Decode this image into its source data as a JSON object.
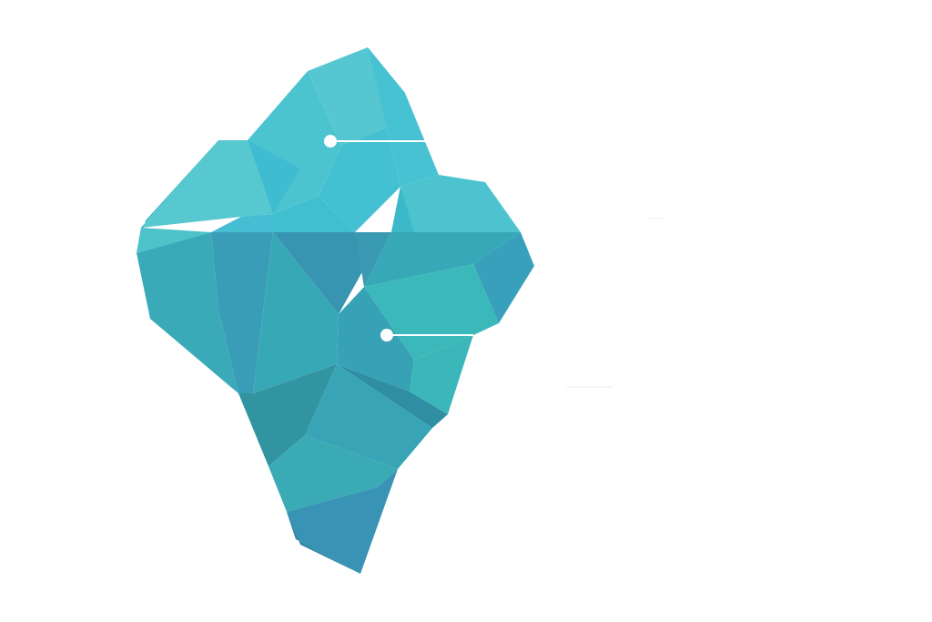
{
  "diagram": {
    "kind": "iceberg",
    "colors": {
      "background": "#ffffff",
      "above_water": "#4fc3cd",
      "below_water": "#37a8b5",
      "deep": "#2e8fa5",
      "callout": "#ffffff"
    },
    "callouts": [
      {
        "id": "above-surface",
        "label": ""
      },
      {
        "id": "below-surface",
        "label": ""
      }
    ]
  }
}
